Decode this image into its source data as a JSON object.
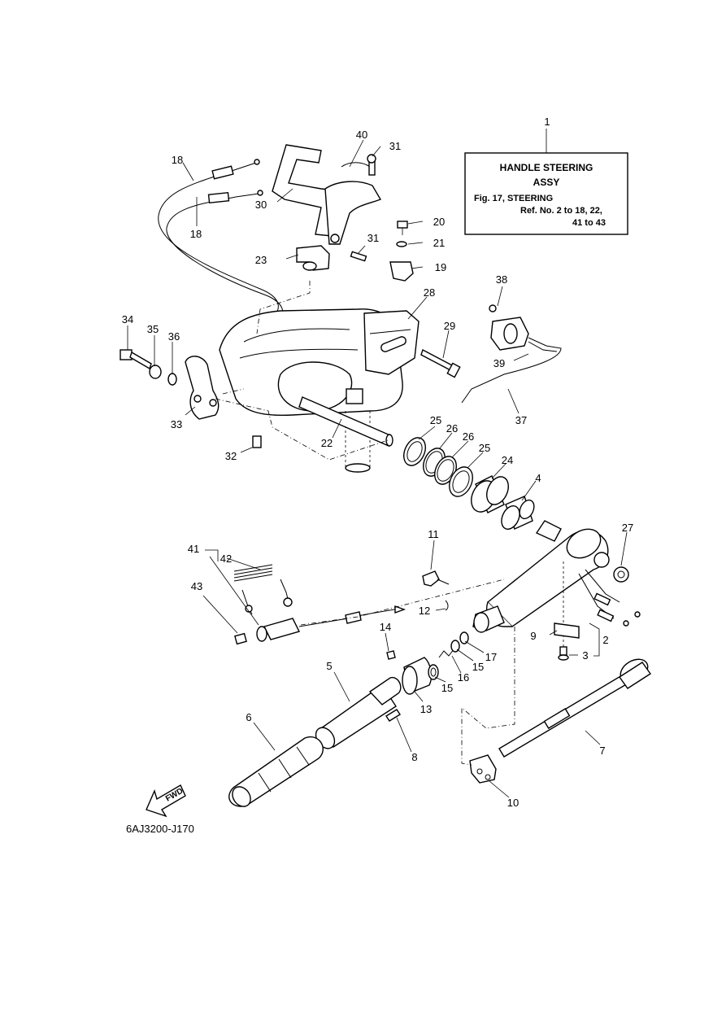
{
  "reference_box": {
    "part_no": "1",
    "title_line1": "HANDLE STEERING",
    "title_line2": "ASSY",
    "fig_line": "Fig. 17, STEERING",
    "ref_line1": "Ref. No. 2 to 18, 22,",
    "ref_line2": "41 to 43"
  },
  "labels": {
    "n1": "1",
    "n2": "2",
    "n3": "3",
    "n4": "4",
    "n5": "5",
    "n6": "6",
    "n7": "7",
    "n8": "8",
    "n9": "9",
    "n10": "10",
    "n11": "11",
    "n12": "12",
    "n13": "13",
    "n14": "14",
    "n15a": "15",
    "n15b": "15",
    "n16": "16",
    "n17": "17",
    "n18a": "18",
    "n18b": "18",
    "n19": "19",
    "n20": "20",
    "n21": "21",
    "n22": "22",
    "n23": "23",
    "n24": "24",
    "n25a": "25",
    "n25b": "25",
    "n26a": "26",
    "n26b": "26",
    "n27": "27",
    "n28": "28",
    "n29": "29",
    "n30": "30",
    "n31a": "31",
    "n31b": "31",
    "n32": "32",
    "n33": "33",
    "n34": "34",
    "n35": "35",
    "n36": "36",
    "n37": "37",
    "n38": "38",
    "n39": "39",
    "n40": "40",
    "n41": "41",
    "n42": "42",
    "n43": "43"
  },
  "fwd_arrow": "FWD",
  "diagram_code": "6AJ3200-J170"
}
